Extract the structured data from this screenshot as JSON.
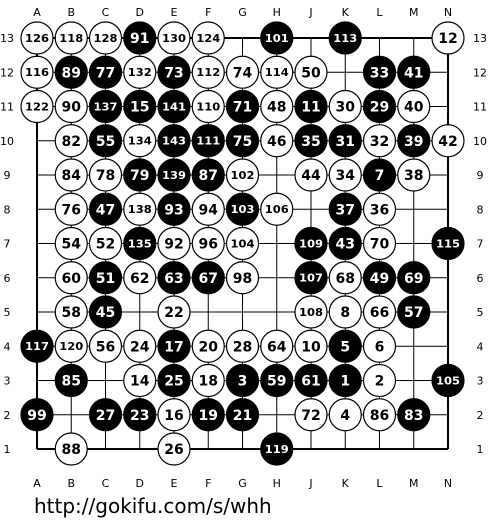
{
  "board": {
    "size": 13,
    "columns": [
      "A",
      "B",
      "C",
      "D",
      "E",
      "F",
      "G",
      "H",
      "J",
      "K",
      "L",
      "M",
      "N"
    ],
    "rows": [
      13,
      12,
      11,
      10,
      9,
      8,
      7,
      6,
      5,
      4,
      3,
      2,
      1
    ],
    "colors": {
      "black": "#000000",
      "white": "#ffffff",
      "line": "#000000",
      "background": "#ffffff"
    },
    "stones": [
      {
        "col": "A",
        "row": 13,
        "color": "white",
        "n": "126"
      },
      {
        "col": "B",
        "row": 13,
        "color": "white",
        "n": "118"
      },
      {
        "col": "C",
        "row": 13,
        "color": "white",
        "n": "128"
      },
      {
        "col": "D",
        "row": 13,
        "color": "black",
        "n": "91"
      },
      {
        "col": "E",
        "row": 13,
        "color": "white",
        "n": "130"
      },
      {
        "col": "F",
        "row": 13,
        "color": "white",
        "n": "124"
      },
      {
        "col": "H",
        "row": 13,
        "color": "black",
        "n": "101"
      },
      {
        "col": "K",
        "row": 13,
        "color": "black",
        "n": "113"
      },
      {
        "col": "N",
        "row": 13,
        "color": "white",
        "n": "12"
      },
      {
        "col": "A",
        "row": 12,
        "color": "white",
        "n": "116"
      },
      {
        "col": "B",
        "row": 12,
        "color": "black",
        "n": "89"
      },
      {
        "col": "C",
        "row": 12,
        "color": "black",
        "n": "77"
      },
      {
        "col": "D",
        "row": 12,
        "color": "white",
        "n": "132"
      },
      {
        "col": "E",
        "row": 12,
        "color": "black",
        "n": "73"
      },
      {
        "col": "F",
        "row": 12,
        "color": "white",
        "n": "112"
      },
      {
        "col": "G",
        "row": 12,
        "color": "white",
        "n": "74"
      },
      {
        "col": "H",
        "row": 12,
        "color": "white",
        "n": "114"
      },
      {
        "col": "J",
        "row": 12,
        "color": "white",
        "n": "50"
      },
      {
        "col": "L",
        "row": 12,
        "color": "black",
        "n": "33"
      },
      {
        "col": "M",
        "row": 12,
        "color": "black",
        "n": "41"
      },
      {
        "col": "A",
        "row": 11,
        "color": "white",
        "n": "122"
      },
      {
        "col": "B",
        "row": 11,
        "color": "white",
        "n": "90"
      },
      {
        "col": "C",
        "row": 11,
        "color": "black",
        "n": "137"
      },
      {
        "col": "D",
        "row": 11,
        "color": "black",
        "n": "15"
      },
      {
        "col": "E",
        "row": 11,
        "color": "black",
        "n": "141"
      },
      {
        "col": "F",
        "row": 11,
        "color": "white",
        "n": "110"
      },
      {
        "col": "G",
        "row": 11,
        "color": "black",
        "n": "71"
      },
      {
        "col": "H",
        "row": 11,
        "color": "white",
        "n": "48"
      },
      {
        "col": "J",
        "row": 11,
        "color": "black",
        "n": "11"
      },
      {
        "col": "K",
        "row": 11,
        "color": "white",
        "n": "30"
      },
      {
        "col": "L",
        "row": 11,
        "color": "black",
        "n": "29"
      },
      {
        "col": "M",
        "row": 11,
        "color": "white",
        "n": "40"
      },
      {
        "col": "B",
        "row": 10,
        "color": "white",
        "n": "82"
      },
      {
        "col": "C",
        "row": 10,
        "color": "black",
        "n": "55"
      },
      {
        "col": "D",
        "row": 10,
        "color": "white",
        "n": "134"
      },
      {
        "col": "E",
        "row": 10,
        "color": "black",
        "n": "143"
      },
      {
        "col": "F",
        "row": 10,
        "color": "black",
        "n": "111"
      },
      {
        "col": "G",
        "row": 10,
        "color": "black",
        "n": "75"
      },
      {
        "col": "H",
        "row": 10,
        "color": "white",
        "n": "46"
      },
      {
        "col": "J",
        "row": 10,
        "color": "black",
        "n": "35"
      },
      {
        "col": "K",
        "row": 10,
        "color": "black",
        "n": "31"
      },
      {
        "col": "L",
        "row": 10,
        "color": "white",
        "n": "32"
      },
      {
        "col": "M",
        "row": 10,
        "color": "black",
        "n": "39"
      },
      {
        "col": "N",
        "row": 10,
        "color": "white",
        "n": "42"
      },
      {
        "col": "B",
        "row": 9,
        "color": "white",
        "n": "84"
      },
      {
        "col": "C",
        "row": 9,
        "color": "white",
        "n": "78"
      },
      {
        "col": "D",
        "row": 9,
        "color": "black",
        "n": "79"
      },
      {
        "col": "E",
        "row": 9,
        "color": "black",
        "n": "139"
      },
      {
        "col": "F",
        "row": 9,
        "color": "black",
        "n": "87"
      },
      {
        "col": "G",
        "row": 9,
        "color": "white",
        "n": "102"
      },
      {
        "col": "J",
        "row": 9,
        "color": "white",
        "n": "44"
      },
      {
        "col": "K",
        "row": 9,
        "color": "white",
        "n": "34"
      },
      {
        "col": "L",
        "row": 9,
        "color": "black",
        "n": "7"
      },
      {
        "col": "M",
        "row": 9,
        "color": "white",
        "n": "38"
      },
      {
        "col": "B",
        "row": 8,
        "color": "white",
        "n": "76"
      },
      {
        "col": "C",
        "row": 8,
        "color": "black",
        "n": "47"
      },
      {
        "col": "D",
        "row": 8,
        "color": "white",
        "n": "138"
      },
      {
        "col": "E",
        "row": 8,
        "color": "black",
        "n": "93"
      },
      {
        "col": "F",
        "row": 8,
        "color": "white",
        "n": "94"
      },
      {
        "col": "G",
        "row": 8,
        "color": "black",
        "n": "103"
      },
      {
        "col": "H",
        "row": 8,
        "color": "white",
        "n": "106"
      },
      {
        "col": "K",
        "row": 8,
        "color": "black",
        "n": "37"
      },
      {
        "col": "L",
        "row": 8,
        "color": "white",
        "n": "36"
      },
      {
        "col": "B",
        "row": 7,
        "color": "white",
        "n": "54"
      },
      {
        "col": "C",
        "row": 7,
        "color": "white",
        "n": "52"
      },
      {
        "col": "D",
        "row": 7,
        "color": "black",
        "n": "135"
      },
      {
        "col": "E",
        "row": 7,
        "color": "white",
        "n": "92"
      },
      {
        "col": "F",
        "row": 7,
        "color": "white",
        "n": "96"
      },
      {
        "col": "G",
        "row": 7,
        "color": "white",
        "n": "104"
      },
      {
        "col": "J",
        "row": 7,
        "color": "black",
        "n": "109"
      },
      {
        "col": "K",
        "row": 7,
        "color": "black",
        "n": "43"
      },
      {
        "col": "L",
        "row": 7,
        "color": "white",
        "n": "70"
      },
      {
        "col": "N",
        "row": 7,
        "color": "black",
        "n": "115"
      },
      {
        "col": "B",
        "row": 6,
        "color": "white",
        "n": "60"
      },
      {
        "col": "C",
        "row": 6,
        "color": "black",
        "n": "51"
      },
      {
        "col": "D",
        "row": 6,
        "color": "white",
        "n": "62"
      },
      {
        "col": "E",
        "row": 6,
        "color": "black",
        "n": "63"
      },
      {
        "col": "F",
        "row": 6,
        "color": "black",
        "n": "67"
      },
      {
        "col": "G",
        "row": 6,
        "color": "white",
        "n": "98"
      },
      {
        "col": "J",
        "row": 6,
        "color": "black",
        "n": "107"
      },
      {
        "col": "K",
        "row": 6,
        "color": "white",
        "n": "68"
      },
      {
        "col": "L",
        "row": 6,
        "color": "black",
        "n": "49"
      },
      {
        "col": "M",
        "row": 6,
        "color": "black",
        "n": "69"
      },
      {
        "col": "B",
        "row": 5,
        "color": "white",
        "n": "58"
      },
      {
        "col": "C",
        "row": 5,
        "color": "black",
        "n": "45"
      },
      {
        "col": "E",
        "row": 5,
        "color": "white",
        "n": "22"
      },
      {
        "col": "J",
        "row": 5,
        "color": "white",
        "n": "108"
      },
      {
        "col": "K",
        "row": 5,
        "color": "white",
        "n": "8"
      },
      {
        "col": "L",
        "row": 5,
        "color": "white",
        "n": "66"
      },
      {
        "col": "M",
        "row": 5,
        "color": "black",
        "n": "57"
      },
      {
        "col": "A",
        "row": 4,
        "color": "black",
        "n": "117"
      },
      {
        "col": "B",
        "row": 4,
        "color": "white",
        "n": "120"
      },
      {
        "col": "C",
        "row": 4,
        "color": "white",
        "n": "56"
      },
      {
        "col": "D",
        "row": 4,
        "color": "white",
        "n": "24"
      },
      {
        "col": "E",
        "row": 4,
        "color": "black",
        "n": "17"
      },
      {
        "col": "F",
        "row": 4,
        "color": "white",
        "n": "20"
      },
      {
        "col": "G",
        "row": 4,
        "color": "white",
        "n": "28"
      },
      {
        "col": "H",
        "row": 4,
        "color": "white",
        "n": "64"
      },
      {
        "col": "J",
        "row": 4,
        "color": "white",
        "n": "10"
      },
      {
        "col": "K",
        "row": 4,
        "color": "black",
        "n": "5"
      },
      {
        "col": "L",
        "row": 4,
        "color": "white",
        "n": "6"
      },
      {
        "col": "B",
        "row": 3,
        "color": "black",
        "n": "85"
      },
      {
        "col": "D",
        "row": 3,
        "color": "white",
        "n": "14"
      },
      {
        "col": "E",
        "row": 3,
        "color": "black",
        "n": "25"
      },
      {
        "col": "F",
        "row": 3,
        "color": "white",
        "n": "18"
      },
      {
        "col": "G",
        "row": 3,
        "color": "black",
        "n": "3"
      },
      {
        "col": "H",
        "row": 3,
        "color": "black",
        "n": "59"
      },
      {
        "col": "J",
        "row": 3,
        "color": "black",
        "n": "61"
      },
      {
        "col": "K",
        "row": 3,
        "color": "black",
        "n": "1"
      },
      {
        "col": "L",
        "row": 3,
        "color": "white",
        "n": "2"
      },
      {
        "col": "N",
        "row": 3,
        "color": "black",
        "n": "105"
      },
      {
        "col": "A",
        "row": 2,
        "color": "black",
        "n": "99"
      },
      {
        "col": "C",
        "row": 2,
        "color": "black",
        "n": "27"
      },
      {
        "col": "D",
        "row": 2,
        "color": "black",
        "n": "23"
      },
      {
        "col": "E",
        "row": 2,
        "color": "white",
        "n": "16"
      },
      {
        "col": "F",
        "row": 2,
        "color": "black",
        "n": "19"
      },
      {
        "col": "G",
        "row": 2,
        "color": "black",
        "n": "21"
      },
      {
        "col": "J",
        "row": 2,
        "color": "white",
        "n": "72"
      },
      {
        "col": "K",
        "row": 2,
        "color": "white",
        "n": "4"
      },
      {
        "col": "L",
        "row": 2,
        "color": "white",
        "n": "86"
      },
      {
        "col": "M",
        "row": 2,
        "color": "black",
        "n": "83"
      },
      {
        "col": "B",
        "row": 1,
        "color": "white",
        "n": "88"
      },
      {
        "col": "E",
        "row": 1,
        "color": "white",
        "n": "26"
      },
      {
        "col": "H",
        "row": 1,
        "color": "black",
        "n": "119"
      }
    ]
  },
  "footer": {
    "url": "http://gokifu.com/s/whh"
  }
}
